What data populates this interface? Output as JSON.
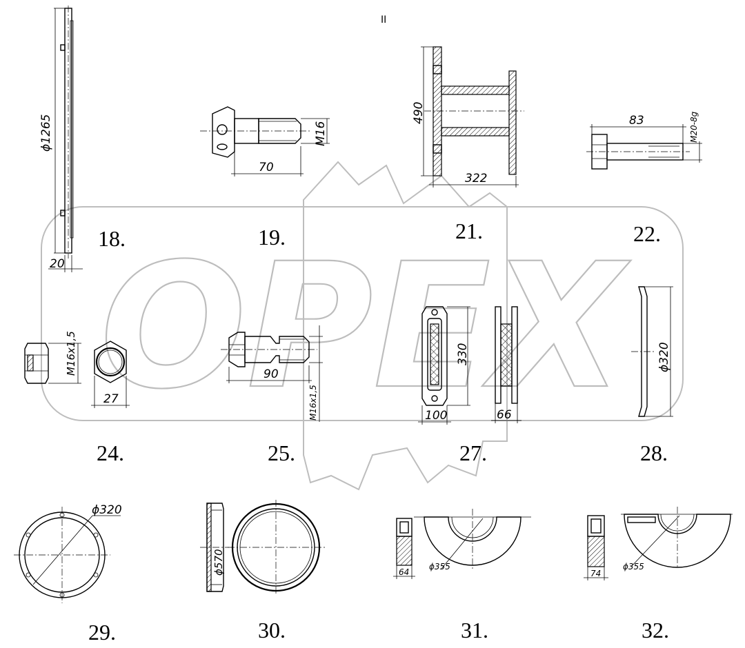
{
  "header": {
    "sheet_mark": "II"
  },
  "watermark": {
    "text": "OPEX"
  },
  "parts": [
    {
      "id": "18",
      "label": "18.",
      "dims": [
        "ϕ1265",
        "20"
      ]
    },
    {
      "id": "19",
      "label": "19.",
      "dims": [
        "M16",
        "70"
      ]
    },
    {
      "id": "21",
      "label": "21.",
      "dims": [
        "490",
        "322"
      ]
    },
    {
      "id": "22",
      "label": "22.",
      "dims": [
        "83",
        "M20-8g"
      ]
    },
    {
      "id": "24",
      "label": "24.",
      "dims": [
        "M16x1,5",
        "27"
      ]
    },
    {
      "id": "25",
      "label": "25.",
      "dims": [
        "90",
        "M16x1,5"
      ]
    },
    {
      "id": "27",
      "label": "27.",
      "dims": [
        "330",
        "100",
        "66"
      ]
    },
    {
      "id": "28",
      "label": "28.",
      "dims": [
        "ϕ320"
      ]
    },
    {
      "id": "29",
      "label": "29.",
      "dims": [
        "ϕ320"
      ]
    },
    {
      "id": "30",
      "label": "30.",
      "dims": [
        "ϕ570"
      ]
    },
    {
      "id": "31",
      "label": "31.",
      "dims": [
        "64",
        "ϕ355"
      ]
    },
    {
      "id": "32",
      "label": "32.",
      "dims": [
        "74",
        "ϕ355"
      ]
    }
  ]
}
